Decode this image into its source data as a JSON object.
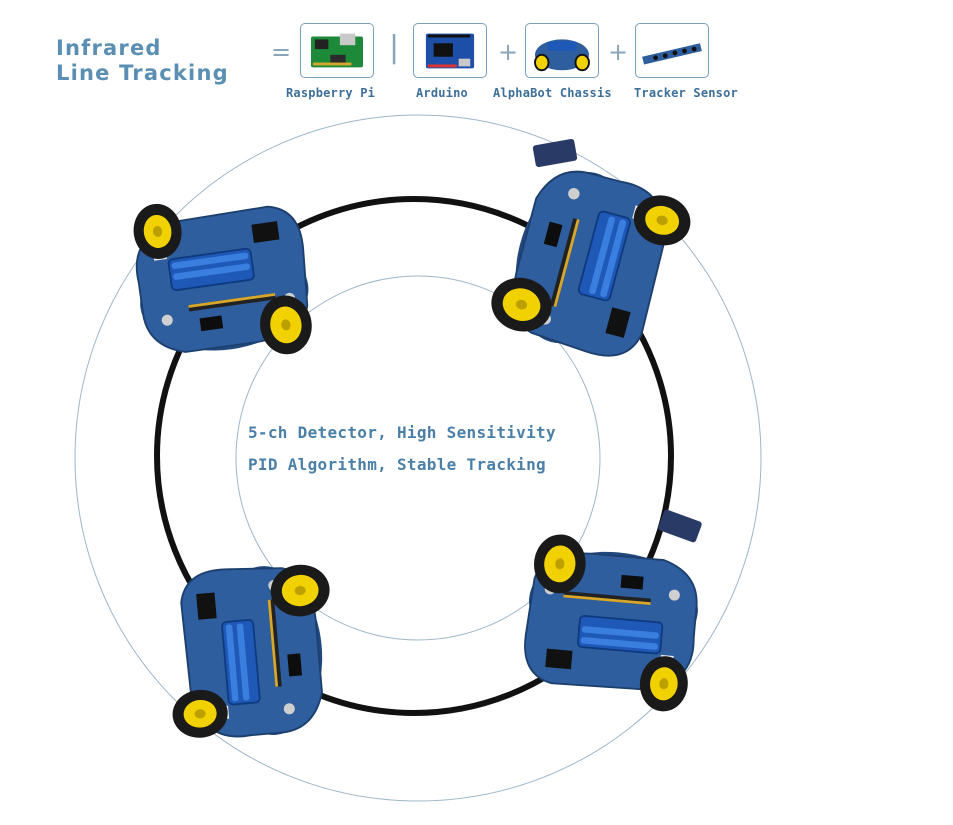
{
  "header": {
    "title_line1": "Infrared",
    "title_line2": "Line Tracking",
    "equals": "=",
    "or_sep": "|",
    "plus": "+"
  },
  "components": [
    {
      "label": "Raspberry Pi",
      "icon": "raspberry-pi-board-icon"
    },
    {
      "label": "Arduino",
      "icon": "arduino-board-icon"
    },
    {
      "label": "AlphaBot Chassis",
      "icon": "alphabot-chassis-icon"
    },
    {
      "label": "Tracker Sensor",
      "icon": "tracker-sensor-icon"
    }
  ],
  "features": {
    "line1": "5-ch Detector,  High Sensitivity",
    "line2": "PID Algorithm,  Stable Tracking"
  },
  "colors": {
    "title": "#5a8fb3",
    "label": "#3d6f99",
    "track": "#111111",
    "ring": "#9fb6c6",
    "board": "#2e5e9e",
    "wheel": "#f2d100"
  }
}
